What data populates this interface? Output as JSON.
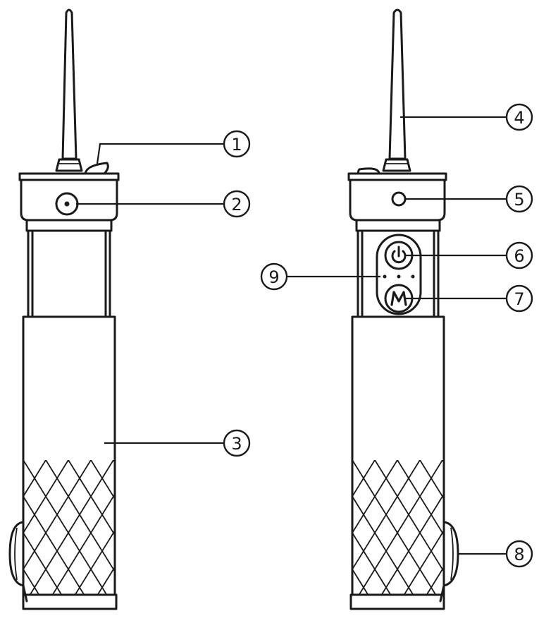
{
  "callouts": [
    {
      "id": "1"
    },
    {
      "id": "2"
    },
    {
      "id": "3"
    },
    {
      "id": "4"
    },
    {
      "id": "5"
    },
    {
      "id": "6"
    },
    {
      "id": "7"
    },
    {
      "id": "8"
    },
    {
      "id": "9"
    }
  ],
  "colors": {
    "line": "#1a1a1a",
    "background": "#ffffff"
  },
  "icons": {
    "power": "power-icon",
    "mode": "mode-m-icon"
  }
}
